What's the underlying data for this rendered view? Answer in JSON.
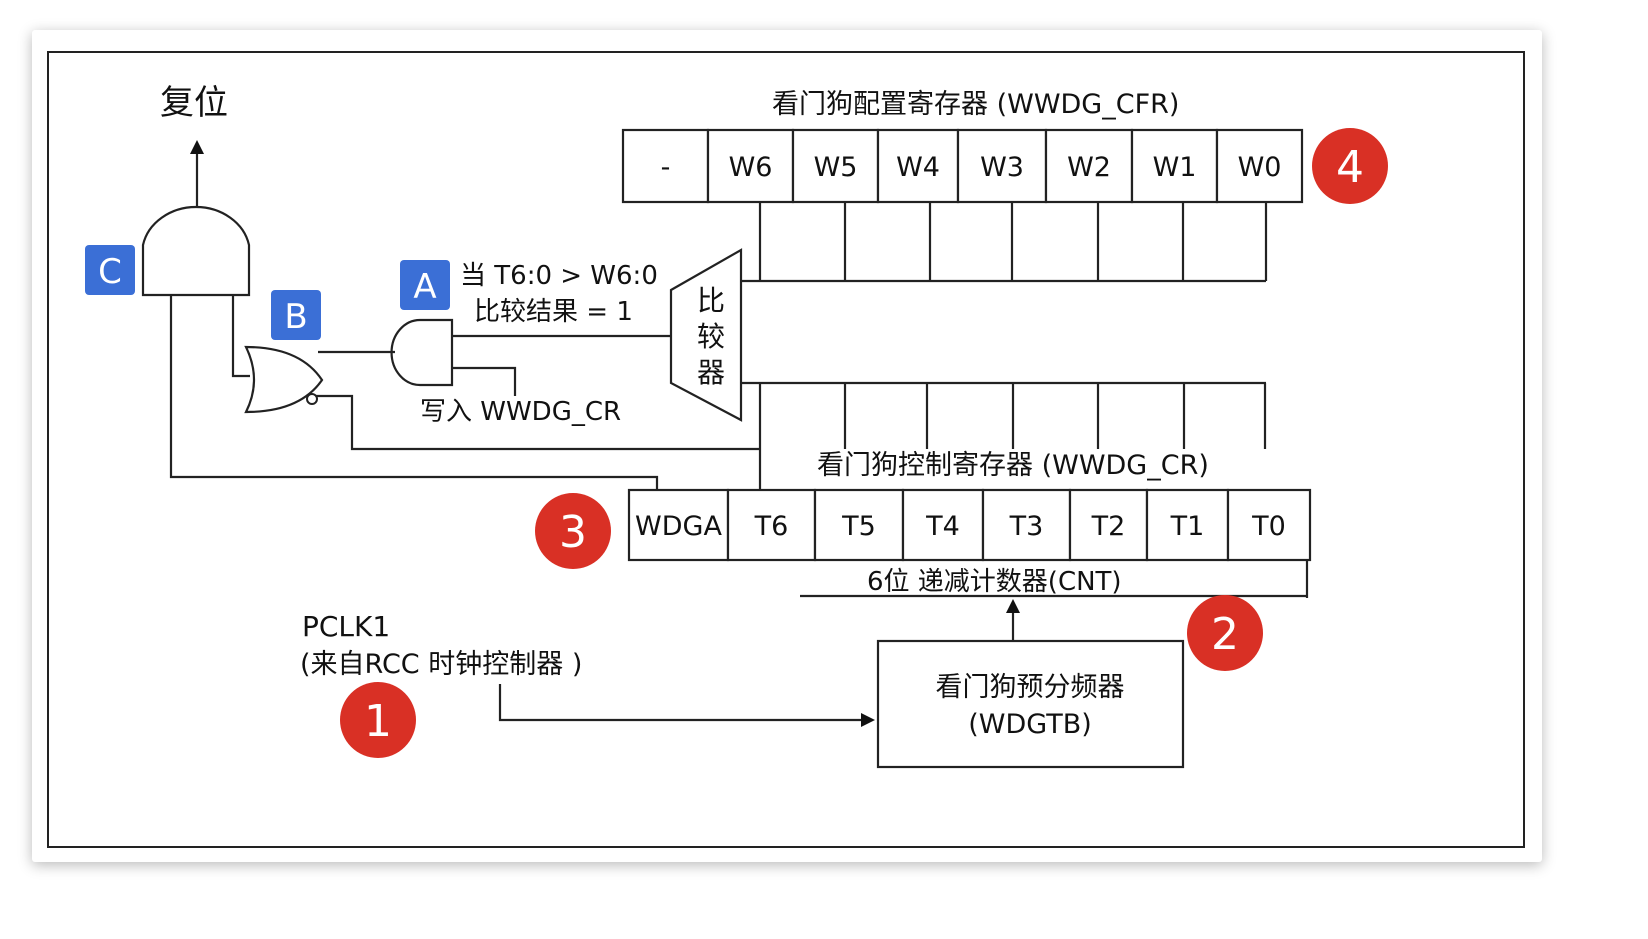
{
  "reset_label": "复位",
  "cfr": {
    "title": "看门狗配置寄存器 (WWDG_CFR)",
    "cells": [
      "-",
      "W6",
      "W5",
      "W4",
      "W3",
      "W2",
      "W1",
      "W0"
    ]
  },
  "cr": {
    "title": "看门狗控制寄存器 (WWDG_CR)",
    "cells": [
      "WDGA",
      "T6",
      "T5",
      "T4",
      "T3",
      "T2",
      "T1",
      "T0"
    ]
  },
  "counter_label": "6位 递减计数器(CNT)",
  "comparator": [
    "比",
    "较",
    "器"
  ],
  "condition": {
    "line1": "当 T6:0 > W6:0",
    "line2": "比较结果 = 1"
  },
  "write_label": "写入 WWDG_CR",
  "pclk": {
    "line1": "PCLK1",
    "line2": "(来自RCC 时钟控制器 )"
  },
  "prescaler": {
    "line1": "看门狗预分频器",
    "line2": "(WDGTB)"
  },
  "badges_square": [
    "C",
    "B",
    "A"
  ],
  "badges_circle": [
    "1",
    "2",
    "3",
    "4"
  ],
  "colors": {
    "square_badge": "#3b6fd6",
    "circle_badge": "#d93025"
  }
}
